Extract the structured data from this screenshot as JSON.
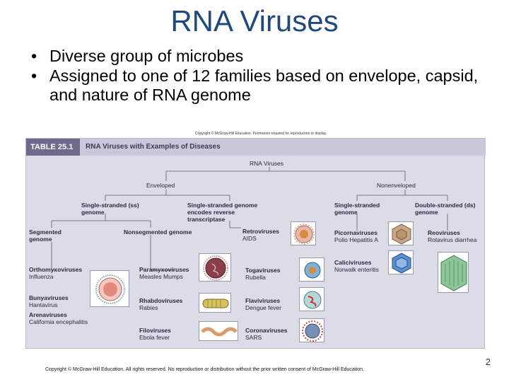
{
  "slide": {
    "title": "RNA Viruses",
    "bullets": [
      "Diverse group of microbes",
      "Assigned to one of 12 families based on envelope, capsid, and nature of RNA genome"
    ],
    "bullet_symbol": "•",
    "page_number": "2",
    "copyright_footer": "Copyright © McGraw-Hill Education. All rights reserved. No reproduction or distribution without the prior written consent of McGraw-Hill Education."
  },
  "table": {
    "copyright_small": "Copyright © McGraw-Hill Education. Permission required for reproduction or display.",
    "number": "TABLE 25.1",
    "title": "RNA Viruses with Examples of Diseases",
    "root": "RNA Viruses",
    "enveloped": "Enveloped",
    "nonenveloped": "Nonenveloped",
    "ss_genome": "Single-stranded (ss) genome",
    "rt_genome": "Single-stranded genome encodes reverse transcriptase",
    "ss_genome_non": "Single-stranded genome",
    "ds_genome": "Double-stranded (ds) genome",
    "segmented": "Segmented genome",
    "nonsegmented": "Nonsegmented genome",
    "families": {
      "orthomyxo": {
        "name": "Orthomyxoviruses",
        "ex": "Influenza"
      },
      "bunya": {
        "name": "Bunyaviruses",
        "ex": "Hantavirus"
      },
      "arena": {
        "name": "Arenaviruses",
        "ex": "California encephalitis"
      },
      "paramyxo": {
        "name": "Paramyxoviruses",
        "ex": "Measles Mumps"
      },
      "rhabdo": {
        "name": "Rhabdoviruses",
        "ex": "Rabies"
      },
      "filo": {
        "name": "Filoviruses",
        "ex": "Ebola fever"
      },
      "toga": {
        "name": "Togaviruses",
        "ex": "Rubella"
      },
      "flavi": {
        "name": "Flaviviruses",
        "ex": "Dengue fever"
      },
      "corona": {
        "name": "Coronaviruses",
        "ex": "SARS"
      },
      "retro": {
        "name": "Retroviruses",
        "ex": "AIDS"
      },
      "picorna": {
        "name": "Picornaviruses",
        "ex": "Polio Hepatitis A"
      },
      "calici": {
        "name": "Caliciviruses",
        "ex": "Norwalk enteritis"
      },
      "reo": {
        "name": "Reoviruses",
        "ex": "Rotavirus diarrhea"
      }
    }
  },
  "colors": {
    "title": "#1f497d",
    "table_background": "#dcdbe8",
    "header_tag": "#6e6a8d"
  }
}
